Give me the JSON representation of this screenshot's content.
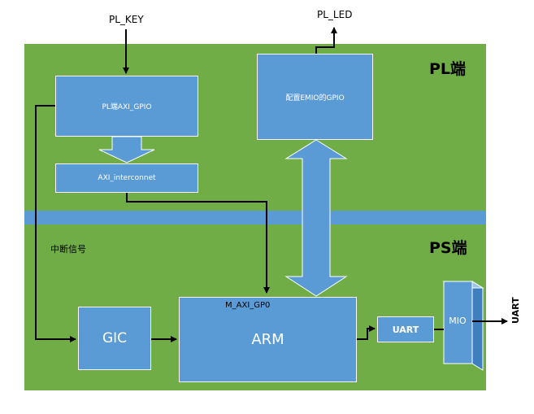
{
  "regions": {
    "pl_label": "PL端",
    "ps_label": "PS端"
  },
  "external": {
    "pl_key": "PL_KEY",
    "pl_led": "PL_LED",
    "uart_out": "UART"
  },
  "blocks": {
    "pl_axi_gpio": "PL端AXI_GPIO",
    "axi_interconnect": "AXI_interconnet",
    "emio_gpio": "配置EMIO的GPIO",
    "gic": "GIC",
    "arm": "ARM",
    "uart": "UART",
    "mio": "MIO"
  },
  "annotations": {
    "interrupt_signal": "中断信号",
    "m_axi_gp0": "M_AXI_GP0"
  },
  "colors": {
    "region": "#70ad47",
    "block": "#5b9bd5",
    "block_border": "#ffffff",
    "line": "#000000"
  }
}
